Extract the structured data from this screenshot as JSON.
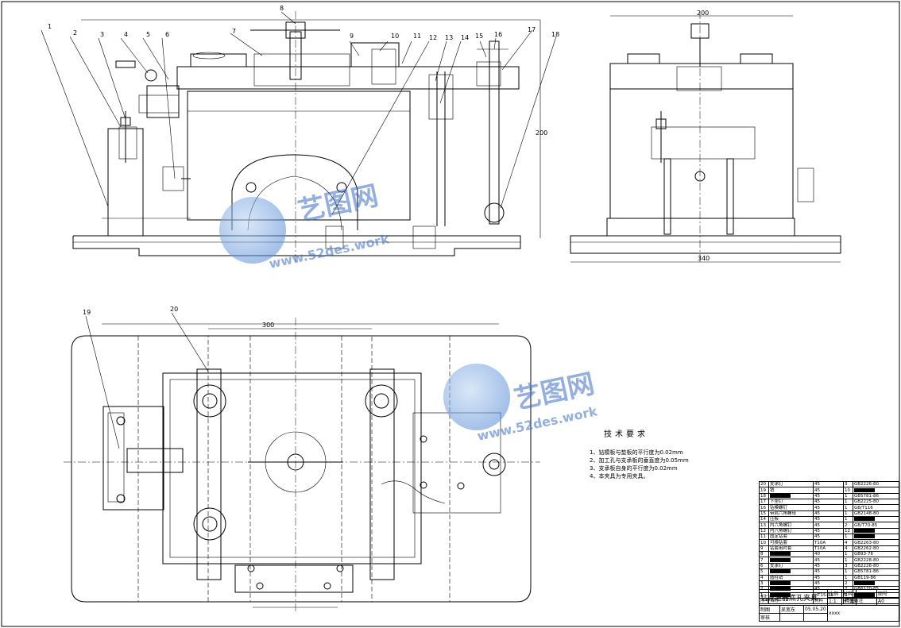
{
  "callouts_top": [
    "1",
    "2",
    "3",
    "4",
    "5",
    "6",
    "7",
    "8",
    "9",
    "10",
    "11",
    "12",
    "13",
    "14",
    "15",
    "16",
    "17",
    "18"
  ],
  "callouts_plan": [
    "19",
    "20"
  ],
  "watermark": {
    "brand": "艺图网",
    "url": "www.52des.work"
  },
  "tech_requirements": {
    "title": "技术要求",
    "items": [
      "1、钻模板与垫板的平行度为0.02mm",
      "2、加工孔与支承板的垂直度为0.05mm",
      "3、支承板自身的平行度为0.02mm",
      "4、本夹具为专用夹具。"
    ]
  },
  "bom": [
    {
      "no": "20",
      "name": "支承钉",
      "mat": "45",
      "qty": "3",
      "std": "GB2226-80"
    },
    {
      "no": "19",
      "name": "销",
      "mat": "45",
      "qty": "10",
      "std": ""
    },
    {
      "no": "18",
      "name": "",
      "mat": "45",
      "qty": "1",
      "std": "GB5781-86"
    },
    {
      "no": "17",
      "name": "下垫钉",
      "mat": "45",
      "qty": "1",
      "std": "GB2225-80"
    },
    {
      "no": "16",
      "name": "钻模螺钉",
      "mat": "45",
      "qty": "1",
      "std": "GB/T116"
    },
    {
      "no": "15",
      "name": "带肩六角螺母",
      "mat": "45",
      "qty": "1",
      "std": "GB2148-80"
    },
    {
      "no": "14",
      "name": "压板",
      "mat": "45",
      "qty": "1",
      "std": ""
    },
    {
      "no": "13",
      "name": "内六角螺钉",
      "mat": "45",
      "qty": "2",
      "std": "GB/T70-85"
    },
    {
      "no": "12",
      "name": "内六角螺钉",
      "mat": "45",
      "qty": "12",
      "std": ""
    },
    {
      "no": "11",
      "name": "固定钻套",
      "mat": "45",
      "qty": "1",
      "std": ""
    },
    {
      "no": "10",
      "name": "可换钻套",
      "mat": "T10A",
      "qty": "4",
      "std": "GB2263-80"
    },
    {
      "no": "9",
      "name": "钻套用衬套",
      "mat": "T10A",
      "qty": "4",
      "std": "GB2262-80"
    },
    {
      "no": "8",
      "name": "",
      "mat": "40",
      "qty": "1",
      "std": "GB93-76"
    },
    {
      "no": "7",
      "name": "",
      "mat": "45",
      "qty": "1",
      "std": "GB2228-80"
    },
    {
      "no": "6",
      "name": "支承钉",
      "mat": "45",
      "qty": "3",
      "std": "GB2226-80"
    },
    {
      "no": "5",
      "name": "",
      "mat": "45",
      "qty": "1",
      "std": "GB5781-86"
    },
    {
      "no": "4",
      "name": "圆柱销",
      "mat": "45",
      "qty": "1",
      "std": "GB119-86"
    },
    {
      "no": "3",
      "name": "",
      "mat": "45",
      "qty": "2",
      "std": ""
    },
    {
      "no": "2",
      "name": "",
      "mat": "45",
      "qty": "2",
      "std": "GB6170-85"
    },
    {
      "no": "1",
      "name": "",
      "mat": "HT15-33",
      "qty": "1",
      "std": ""
    }
  ],
  "bom_header": {
    "seq": "序号",
    "name": "名称",
    "qty": "数量",
    "mat": "材料",
    "note": "备注"
  },
  "title_block": {
    "drawing_title": "钻减速器底孔夹具",
    "scale_label": "比例",
    "scale": "1:1",
    "material_label": "材料",
    "material": "HT15-33",
    "sheet_label": "图号",
    "sheet": "A0",
    "drawn_label": "制图",
    "drawn_by": "吴宽东",
    "date": "05.05.20",
    "check_label": "审核",
    "school": "xxxx"
  }
}
